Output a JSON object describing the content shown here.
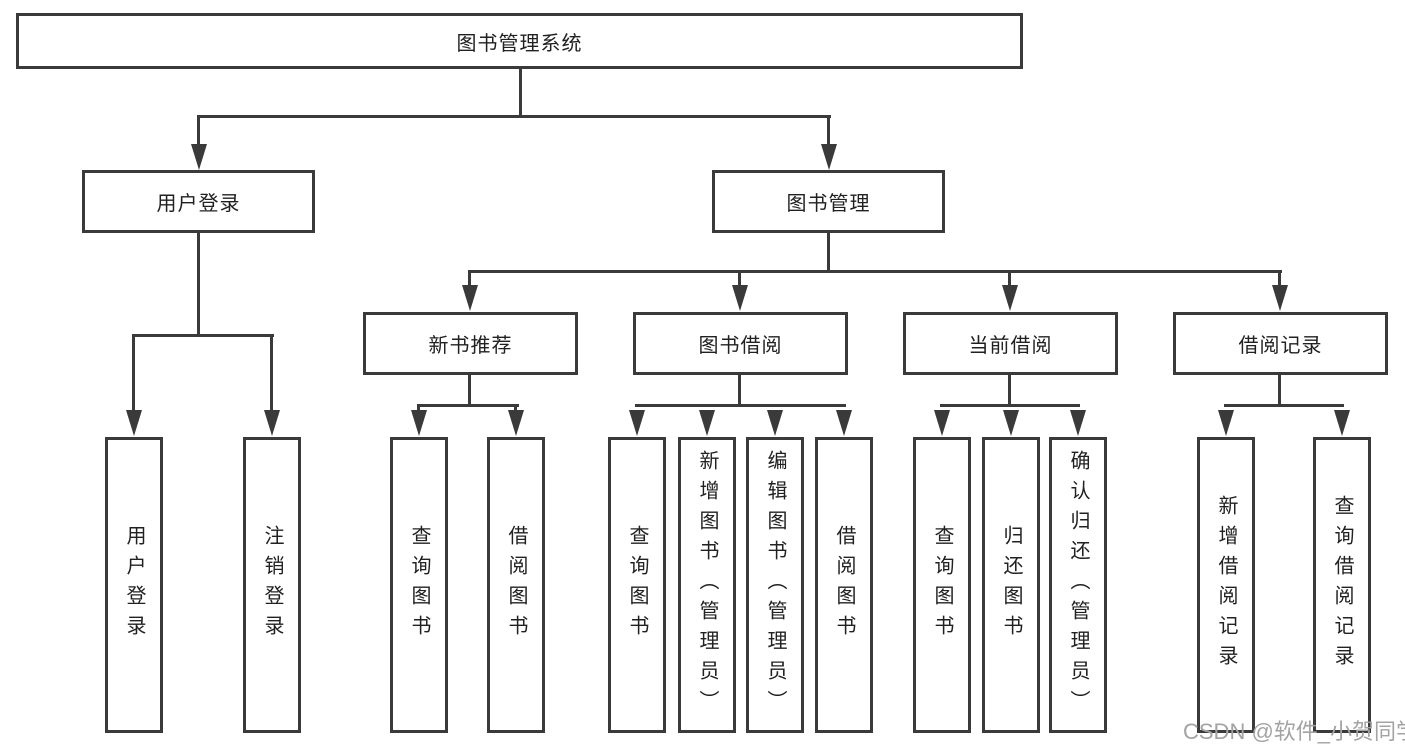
{
  "title": "图书管理系统",
  "level1": [
    {
      "label": "用户登录"
    },
    {
      "label": "图书管理"
    }
  ],
  "level2": [
    {
      "label": "新书推荐"
    },
    {
      "label": "图书借阅"
    },
    {
      "label": "当前借阅"
    },
    {
      "label": "借阅记录"
    }
  ],
  "leaves": [
    {
      "label": "用户登录"
    },
    {
      "label": "注销登录"
    },
    {
      "label": "查询图书"
    },
    {
      "label": "借阅图书"
    },
    {
      "label": "查询图书"
    },
    {
      "label": "新增图书（管理员）"
    },
    {
      "label": "编辑图书（管理员）"
    },
    {
      "label": "借阅图书"
    },
    {
      "label": "查询图书"
    },
    {
      "label": "归还图书"
    },
    {
      "label": "确认归还（管理员）"
    },
    {
      "label": "新增借阅记录"
    },
    {
      "label": "查询借阅记录"
    }
  ],
  "watermark": "CSDN @软件_小贺同学",
  "colors": {
    "line": "#3a3a3a",
    "text": "#212121",
    "watermark": "#a3a3a3",
    "background": "#ffffff"
  }
}
